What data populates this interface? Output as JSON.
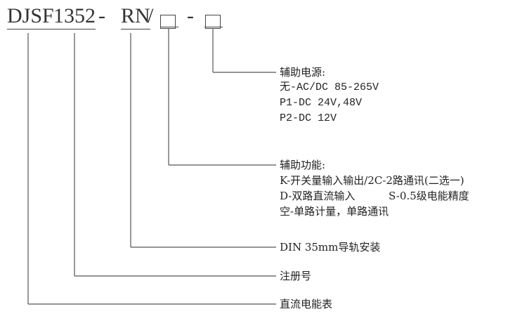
{
  "model_code": {
    "series": "DJSF",
    "number": "1352",
    "sep1": "-",
    "installation": "RN",
    "slash": "/",
    "placeholder1": "□",
    "sep2": "-",
    "placeholder2": "□"
  },
  "groups": {
    "aux_power": {
      "title": "辅助电源:",
      "options": [
        "无-AC/DC 85-265V",
        "P1-DC 24V,48V",
        "P2-DC 12V"
      ]
    },
    "aux_function": {
      "title": "辅助功能:",
      "options": [
        "K-开关量输入输出/2C-2路通讯(二选一)",
        "D-双路直流输入",
        "S-0.5级电能精度",
        "空-单路计量，单路通讯"
      ]
    },
    "installation": {
      "title": "DIN 35mm导轨安装"
    },
    "registration": {
      "title": "注册号"
    },
    "product_type": {
      "title": "直流电能表"
    }
  }
}
